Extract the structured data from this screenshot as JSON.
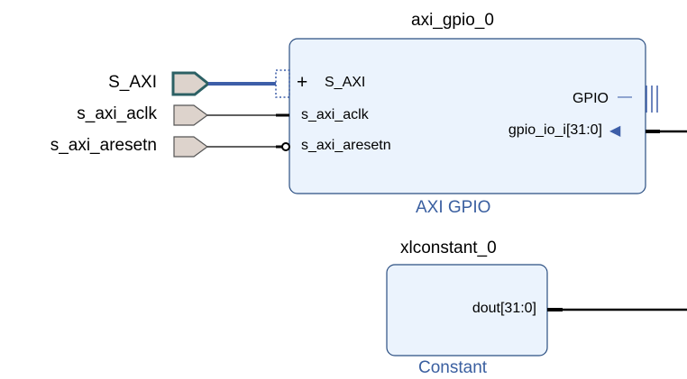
{
  "blocks": {
    "gpio": {
      "instance_name": "axi_gpio_0",
      "type_label": "AXI GPIO",
      "pins_in": [
        "S_AXI",
        "s_axi_aclk",
        "s_axi_aresetn"
      ],
      "pins_out": [
        "GPIO",
        "gpio_io_i[31:0]"
      ],
      "plus_symbol": "+",
      "gpio_dash": "—",
      "arrow_symbol": "◀"
    },
    "constant": {
      "instance_name": "xlconstant_0",
      "type_label": "Constant",
      "pin_out": "dout[31:0]"
    }
  },
  "external_ports": [
    "S_AXI",
    "s_axi_aclk",
    "s_axi_aresetn"
  ],
  "colors": {
    "block_fill": "#ebf3fd",
    "block_border": "#2b4f82",
    "type_label": "#3a5fa0",
    "port_fill": "#ddd3cc",
    "port_border": "#555555",
    "bus_port_border": "#2c6064",
    "bus_wire": "#3d5ea8",
    "wire": "#000000"
  }
}
